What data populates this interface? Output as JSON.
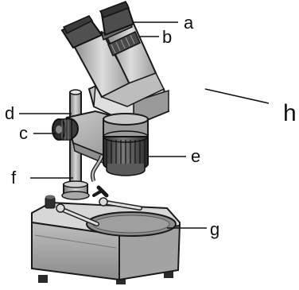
{
  "diagram": {
    "labels": {
      "a": "a",
      "b": "b",
      "c": "c",
      "d": "d",
      "e": "e",
      "f": "f",
      "g": "g",
      "h": "h"
    }
  }
}
